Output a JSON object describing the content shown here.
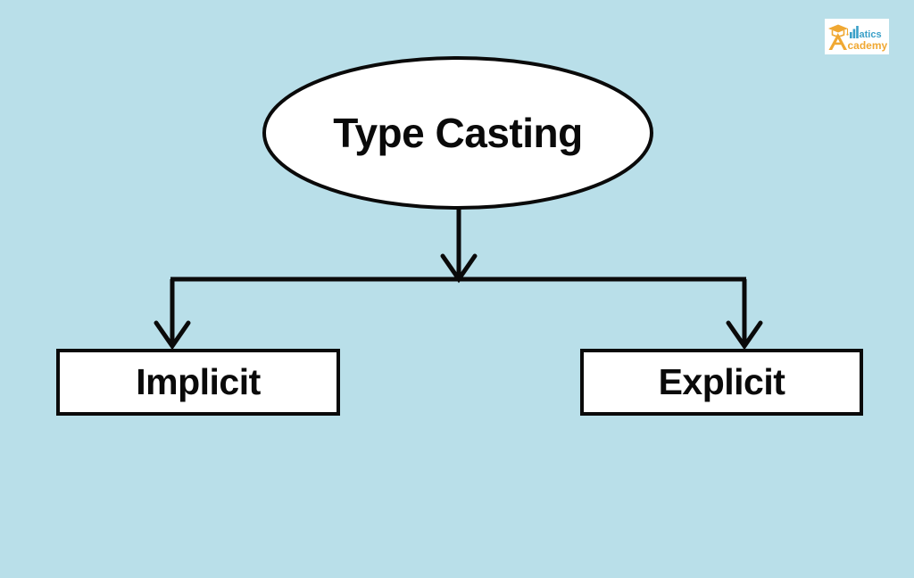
{
  "page": {
    "title": "Type Casting",
    "background_color": "#b9dfe9",
    "shape_fill": "#ffffff",
    "stroke_color": "#0a0a0a"
  },
  "diagram": {
    "type": "flowchart",
    "root": {
      "label": "Type Casting",
      "shape": "ellipse"
    },
    "children": [
      {
        "label": "Implicit",
        "shape": "rectangle"
      },
      {
        "label": "Explicit",
        "shape": "rectangle"
      }
    ],
    "connector_names": {
      "root_down": "arrow-root-to-junction",
      "left_branch": "arrow-junction-to-implicit",
      "right_branch": "arrow-junction-to-explicit"
    }
  },
  "logo": {
    "name": "matics-academy-logo",
    "text_top": "atics",
    "text_bottom": "cademy",
    "letter_a": "A",
    "accent_orange": "#f0a832",
    "accent_blue": "#3aa0c8",
    "background": "#ffffff"
  }
}
